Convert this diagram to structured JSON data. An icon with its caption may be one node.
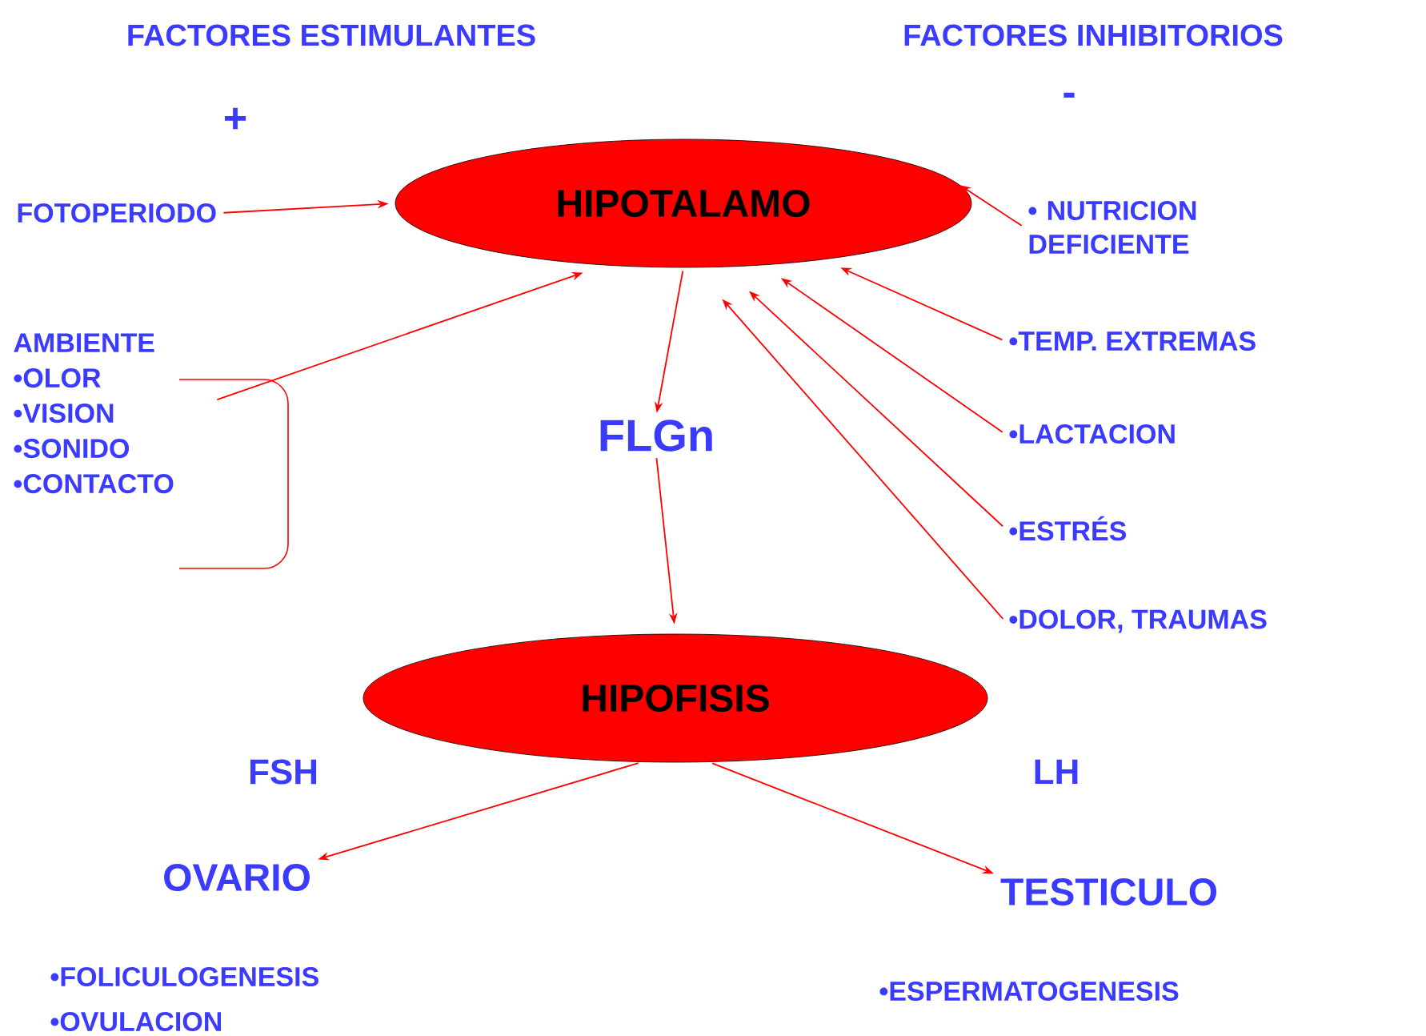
{
  "diagram": {
    "nodes": [
      {
        "text": [
          "HIPOTALAMO"
        ]
      },
      {
        "text": [
          "HIPOFISIS"
        ]
      },
      {
        "text": [
          "FOTOPERIODO"
        ]
      },
      {
        "text": [
          "AMBIENTE",
          "•OLOR",
          "•VISION",
          "•SONIDO",
          "•CONTACTO"
        ]
      },
      {
        "text": [
          "FLGn"
        ]
      },
      {
        "text": [
          "• NUTRICION DEFICIENTE"
        ]
      },
      {
        "text": [
          "•TEMP. EXTREMAS"
        ]
      },
      {
        "text": [
          "•LACTACION"
        ]
      },
      {
        "text": [
          "•ESTRÉS"
        ]
      },
      {
        "text": [
          "•DOLOR, TRAUMAS"
        ]
      },
      {
        "text": [
          "OVARIO"
        ]
      },
      {
        "text": [
          "TESTICULO"
        ]
      }
    ],
    "edges": [
      {
        "from": 2,
        "to": 0,
        "arrow": "to"
      },
      {
        "from": 3,
        "to": 0,
        "arrow": "to"
      },
      {
        "from": 0,
        "to": 4,
        "arrow": "to"
      },
      {
        "from": 4,
        "to": 1,
        "arrow": "to"
      },
      {
        "from": 5,
        "to": 0,
        "arrow": "to"
      },
      {
        "from": 6,
        "to": 0,
        "arrow": "to"
      },
      {
        "from": 7,
        "to": 0,
        "arrow": "to"
      },
      {
        "from": 8,
        "to": 0,
        "arrow": "to"
      },
      {
        "from": 9,
        "to": 0,
        "arrow": "to"
      },
      {
        "from": 1,
        "to": 10,
        "arrow": "to"
      },
      {
        "from": 1,
        "to": 11,
        "arrow": "to"
      }
    ],
    "labels": [
      "FACTORES ESTIMULANTES",
      "FACTORES INHIBITORIOS",
      "+",
      "-",
      "FSH",
      "LH",
      "•FOLICULOGENESIS",
      "•OVULACION",
      "•ESPERMATOGENESIS"
    ]
  }
}
